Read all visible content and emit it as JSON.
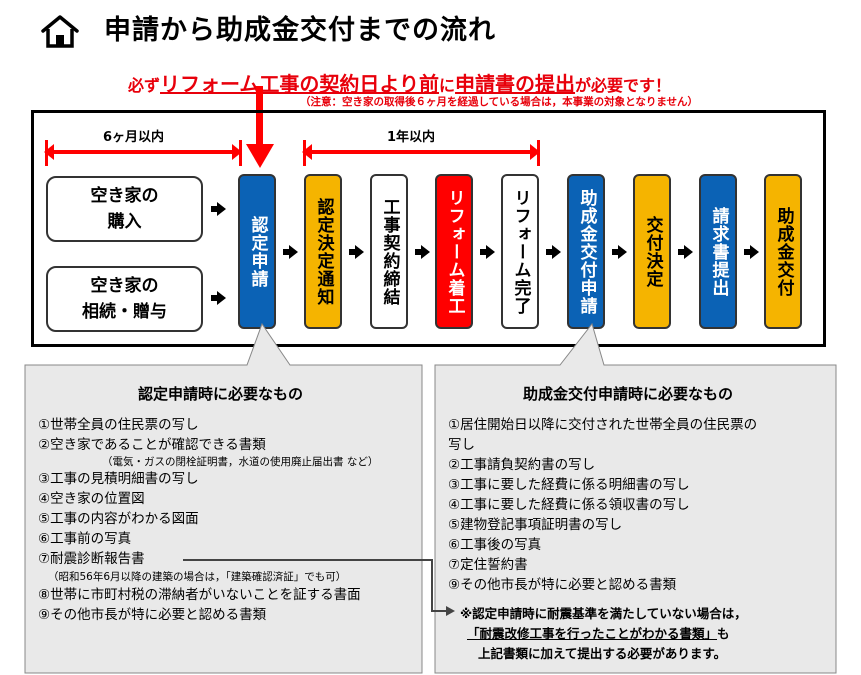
{
  "title": "申請から助成金交付までの流れ",
  "notice": {
    "prefix": "必ず",
    "emphasis": "リフォーム工事の契約日より前",
    "mid": "に",
    "emphasis2": "申請書の提出",
    "suffix": "が必要です！",
    "note": "（注意：空き家の取得後６ヶ月を経過している場合は，本事業の対象となりません）"
  },
  "periods": {
    "six_months": "6ヶ月以内",
    "one_year": "1年以内"
  },
  "flow": {
    "start_boxes": [
      "空き家の\n購入",
      "空き家の\n相続・贈与"
    ],
    "steps": [
      {
        "label": "認定申請",
        "color": "blue"
      },
      {
        "label": "認定決定通知",
        "color": "orange"
      },
      {
        "label": "工事契約締結",
        "color": "white"
      },
      {
        "label": "リフォーム着工",
        "color": "red"
      },
      {
        "label": "リフォーム完了",
        "color": "white"
      },
      {
        "label": "助成金交付申請",
        "color": "blue"
      },
      {
        "label": "交付決定",
        "color": "orange"
      },
      {
        "label": "請求書提出",
        "color": "blue"
      },
      {
        "label": "助成金交付",
        "color": "orange"
      }
    ]
  },
  "left_panel": {
    "title": "認定申請時に必要なもの",
    "items": [
      "①世帯全員の住民票の写し",
      "②空き家であることが確認できる書類",
      "③工事の見積明細書の写し",
      "④空き家の位置図",
      "⑤工事の内容がわかる図面",
      "⑥工事前の写真",
      "⑦耐震診断報告書",
      "⑧世帯に市町村税の滞納者がいないことを証する書面",
      "⑨その他市長が特に必要と認める書類"
    ],
    "sub2": "（電気・ガスの閉栓証明書，水道の使用廃止届出書 など）",
    "sub7": "（昭和56年6月以降の建築の場合は，「建築確認済証」でも可）"
  },
  "right_panel": {
    "title": "助成金交付申請時に必要なもの",
    "items": [
      "①居住開始日以降に交付された世帯全員の住民票の",
      "写し",
      "②工事請負契約書の写し",
      "③工事に要した経費に係る明細書の写し",
      "④工事に要した経費に係る領収書の写し",
      "⑤建物登記事項証明書の写し",
      "⑥工事後の写真",
      "⑦定住誓約書",
      "⑨その他市長が特に必要と認める書類"
    ],
    "note_line1": "※認定申請時に耐震基準を満たしていない場合は，",
    "note_line2": "「耐震改修工事を行ったことがわかる書類」",
    "note_line2b": "も",
    "note_line3": "上記書類に加えて提出する必要があります。"
  },
  "colors": {
    "blue": "#0b62b5",
    "orange": "#f5b400",
    "red": "#ff0000",
    "accent_red": "#e8000b"
  }
}
